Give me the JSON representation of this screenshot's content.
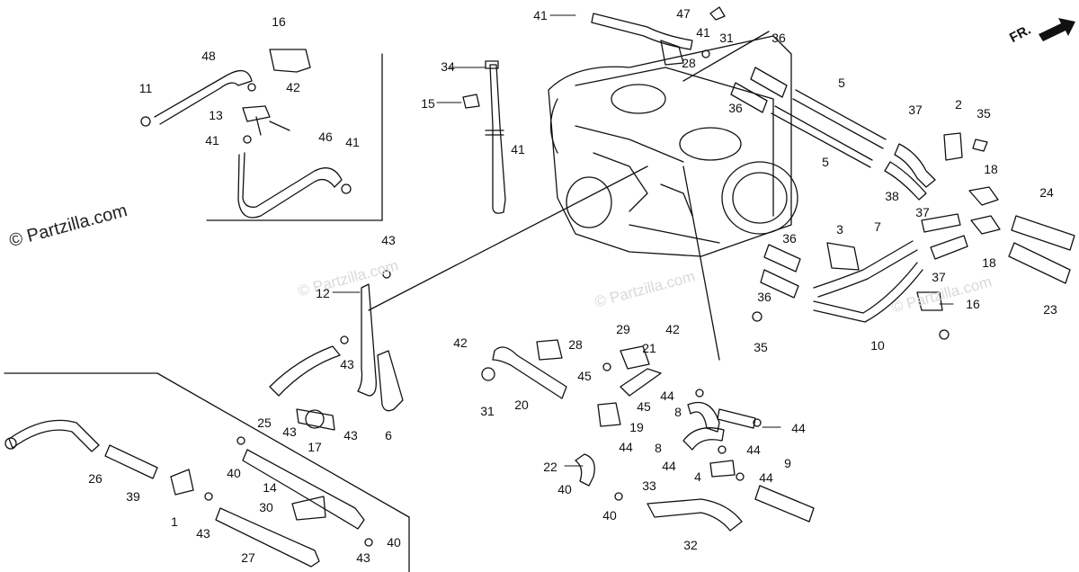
{
  "watermark": {
    "main": "© Partzilla.com",
    "faint": "© Partzilla.com"
  },
  "direction_label": "FR.",
  "callouts": [
    "1",
    "2",
    "3",
    "4",
    "5",
    "6",
    "7",
    "8",
    "9",
    "10",
    "11",
    "12",
    "13",
    "14",
    "15",
    "16",
    "17",
    "18",
    "19",
    "20",
    "21",
    "22",
    "23",
    "24",
    "25",
    "26",
    "27",
    "28",
    "29",
    "30",
    "31",
    "32",
    "33",
    "34",
    "35",
    "36",
    "37",
    "38",
    "39",
    "40",
    "41",
    "42",
    "43",
    "44",
    "45",
    "46",
    "47",
    "48"
  ]
}
